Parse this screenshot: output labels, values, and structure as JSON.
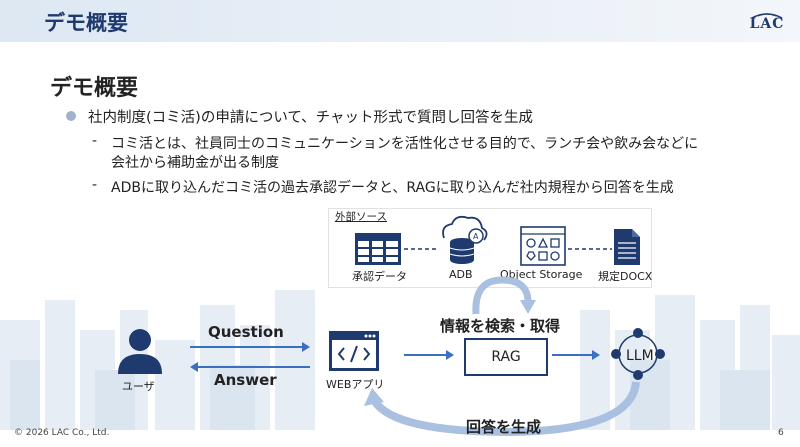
{
  "header": {
    "title": "デモ概要",
    "logo_text": "LAC"
  },
  "main": {
    "heading": "デモ概要",
    "bullet": "社内制度(コミ活)の申請について、チャット形式で質問し回答を生成",
    "sub_items": [
      {
        "dash": "-",
        "line1": "コミ活とは、社員同士のコミュニケーションを活性化させる目的で、ランチ会や飲み会などに",
        "line2": "会社から補助金が出る制度"
      },
      {
        "dash": "-",
        "line1": "ADBに取り込んだコミ活の過去承認データと、RAGに取り込んだ社内規程から回答を生成"
      }
    ]
  },
  "diagram": {
    "external_source_title": "外部ソース",
    "approval_data": "承認データ",
    "adb": "ADB",
    "object_storage": "Object Storage",
    "policy_docx": "規定DOCX",
    "user": "ユーザ",
    "question": "Question",
    "answer": "Answer",
    "web_app": "WEBアプリ",
    "search_retrieve": "情報を検索・取得",
    "rag": "RAG",
    "llm": "LLM",
    "generate_answer": "回答を生成"
  },
  "footer": {
    "copyright": "© 2026 LAC Co., Ltd.",
    "page": "6"
  }
}
